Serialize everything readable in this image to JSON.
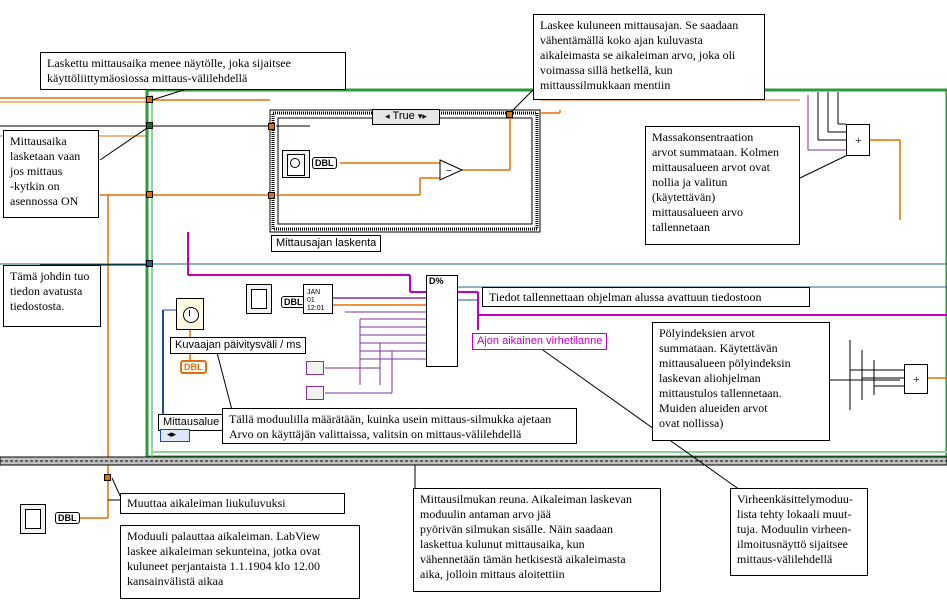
{
  "comments": {
    "laskettu": "Laskettu mittausaika menee näytölle, joka sijaitsee\nkäyttöliittymäosiossa  mittaus-välilehdellä",
    "laskee": "Laskee kuluneen mittausajan. Se saadaan\nvähentämällä koko ajan kuluvasta\naikaleimasta se aikaleiman arvo, joka oli\nvoimassa sillä hetkellä, kun\nmittaussilmukkaan mentiin",
    "mittausaika": "Mittausaika\nlasketaan vaan\njos mittaus\n-kytkin on\nasennossa ON",
    "massakonsentraatio": "Massakonsentraation\narvot summataan. Kolmen\nmittausalueen arvot ovat\nnollia ja valitun\n(käytettävän)\nmittausalueen arvo\ntallennetaan",
    "tama_johdin": "Tämä johdin tuo\ntiedon avatusta\ntiedostosta.",
    "tiedot": "Tiedot tallennettaan ohjelman alussa avattuun tiedostoon",
    "polyindeksi": "Pölyindeksien arvot\nsummataan. Käytettävän\nmittausalueen pölyindeksin\nlaskevan aliohjelman\nmittaustulos tallennetaan.\nMuiden alueiden arvot\novat nollissa)",
    "moduuli_maarataan": "Tällä moduulilla määrätään, kuinka usein mittaus-silmukka ajetaan\nArvo on käyttäjän valittaissa, valitsin on mittaus-välilehdellä",
    "muuttaa": "Muuttaa aikaleiman liukuluvuksi",
    "moduuli_palauttaa": "Moduuli palauttaa aikaleiman. LabView\nlaskee aikaleiman sekunteina, jotka ovat\nkuluneet perjantaista 1.1.1904 klo 12.00\nkansainvälistä aikaa",
    "reuna": "Mittausilmukan reuna. Aikaleiman laskevan\nmoduulin antaman arvo jää\npyörivän silmukan sisälle. Näin saadaan\nlaskettua kulunut mittausaika, kun\nvähennetään tämän hetkisestä aikaleimasta\naika, jolloin mittaus aloitettiin",
    "virhe": "Virheenkäsittelymoduu-\nlista tehty lokaali muut-\ntuja. Moduulin virheen-\nilmoitusnäyttö sijaitsee\nmittaus-välilehdellä"
  },
  "labels": {
    "case_selector": "True",
    "mittausajan_laskenta": "Mittausajan laskenta",
    "kuvaajan": "Kuvaajan päivitysväli / ms",
    "ajon_aikainen": "Ajon aikainen virhetilanne",
    "mittausalue": "Mittausalue",
    "dbl": "DBL"
  },
  "colors": {
    "orange_wire": "#e07000",
    "magenta_wire": "#c000c0",
    "green_loop": "#2a9a3a",
    "teal_wire": "#1a6a86",
    "blue_wire": "#2050b0",
    "error_cluster": "#6b4a00"
  },
  "icons": [
    "clock-icon",
    "timestamp-icon",
    "wait-icon",
    "subtract-icon",
    "add-icon",
    "format-date-icon",
    "ring-control-icon"
  ]
}
